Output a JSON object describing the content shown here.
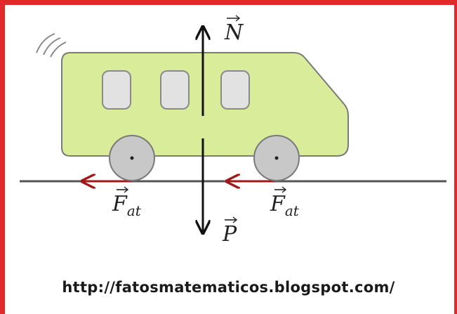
{
  "diagram": {
    "normal_force": {
      "symbol": "N"
    },
    "weight_force": {
      "symbol": "P"
    },
    "friction_force": {
      "symbol": "F",
      "subscript": "at"
    },
    "colors": {
      "frame": "#e02a2a",
      "bus_body": "#d9ec9a",
      "bus_outline": "#7a7a7a",
      "wheel": "#c8c8c8",
      "friction_arrow": "#a01818",
      "force_arrow": "#111111"
    }
  },
  "footer": {
    "url_text": "http://fatosmatematicos.blogspot.com/"
  }
}
